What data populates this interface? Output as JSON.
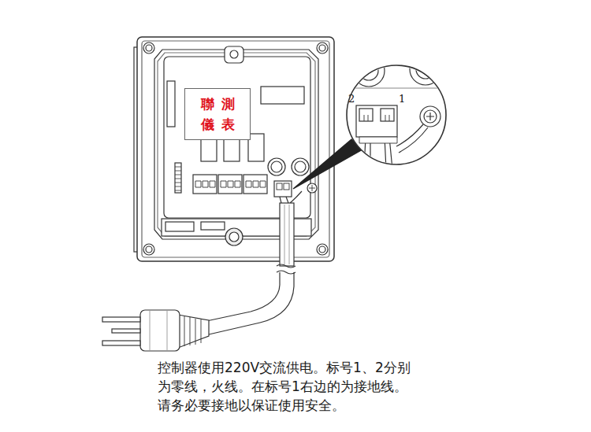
{
  "diagram": {
    "caption": "控制器使用220V交流供电。标号1、2分别 为零线，火线。在标号1右边的为接地线。 请务必要接地以保证使用安全。",
    "nodes": [
      {
        "text": [
          "聯測 儀表"
        ]
      }
    ],
    "labels": [
      "2",
      "1"
    ]
  }
}
